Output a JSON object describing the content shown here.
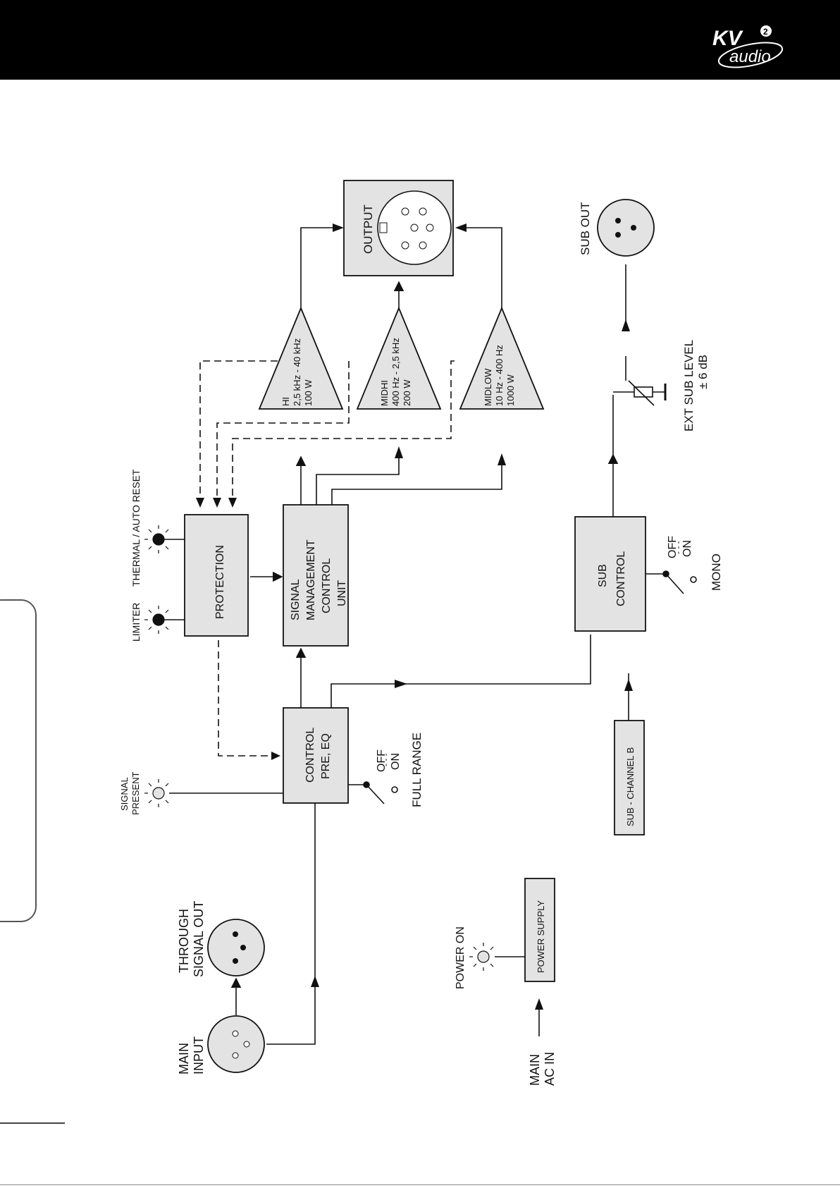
{
  "brand": {
    "logo_main": "KV",
    "logo_sub": "audio",
    "logo_superscript": "2"
  },
  "blocks": {
    "output": "OUTPUT",
    "protection": "PROTECTION",
    "smcu_line1": "SIGNAL",
    "smcu_line2": "MANAGEMENT",
    "smcu_line3": "CONTROL",
    "smcu_line4": "UNIT",
    "control_line1": "CONTROL",
    "control_line2": "PRE, EQ",
    "sub_control_line1": "SUB",
    "sub_control_line2": "CONTROL",
    "sub_channel_b": "SUB - CHANNEL B",
    "power_supply": "POWER SUPPLY"
  },
  "amps": {
    "hi": {
      "name": "HI",
      "range": "2,5 kHz - 40 kHz",
      "power": "100 W"
    },
    "midhi": {
      "name": "MIDHI",
      "range": "400 Hz - 2,5 kHz",
      "power": "200 W"
    },
    "midlow": {
      "name": "MIDLOW",
      "range": "10 Hz - 400 Hz",
      "power": "1000 W"
    }
  },
  "labels": {
    "sub_out": "SUB OUT",
    "ext_sub_level_1": "EXT SUB LEVEL",
    "ext_sub_level_2": "± 6 dB",
    "thermal_auto_reset": "THERMAL / AUTO RESET",
    "limiter": "LIMITER",
    "signal_present_1": "SIGNAL",
    "signal_present_2": "PRESENT",
    "off": "OFF",
    "dots": "- - -",
    "on": "ON",
    "mono": "MONO",
    "full_range": "FULL RANGE",
    "through_1": "THROUGH",
    "through_2": "SIGNAL OUT",
    "main_input_1": "MAIN",
    "main_input_2": "INPUT",
    "power_on": "POWER ON",
    "main_ac_1": "MAIN",
    "main_ac_2": "AC IN"
  },
  "colors": {
    "block_fill": "#e3e3e3",
    "line": "#111111",
    "header": "#000000"
  }
}
